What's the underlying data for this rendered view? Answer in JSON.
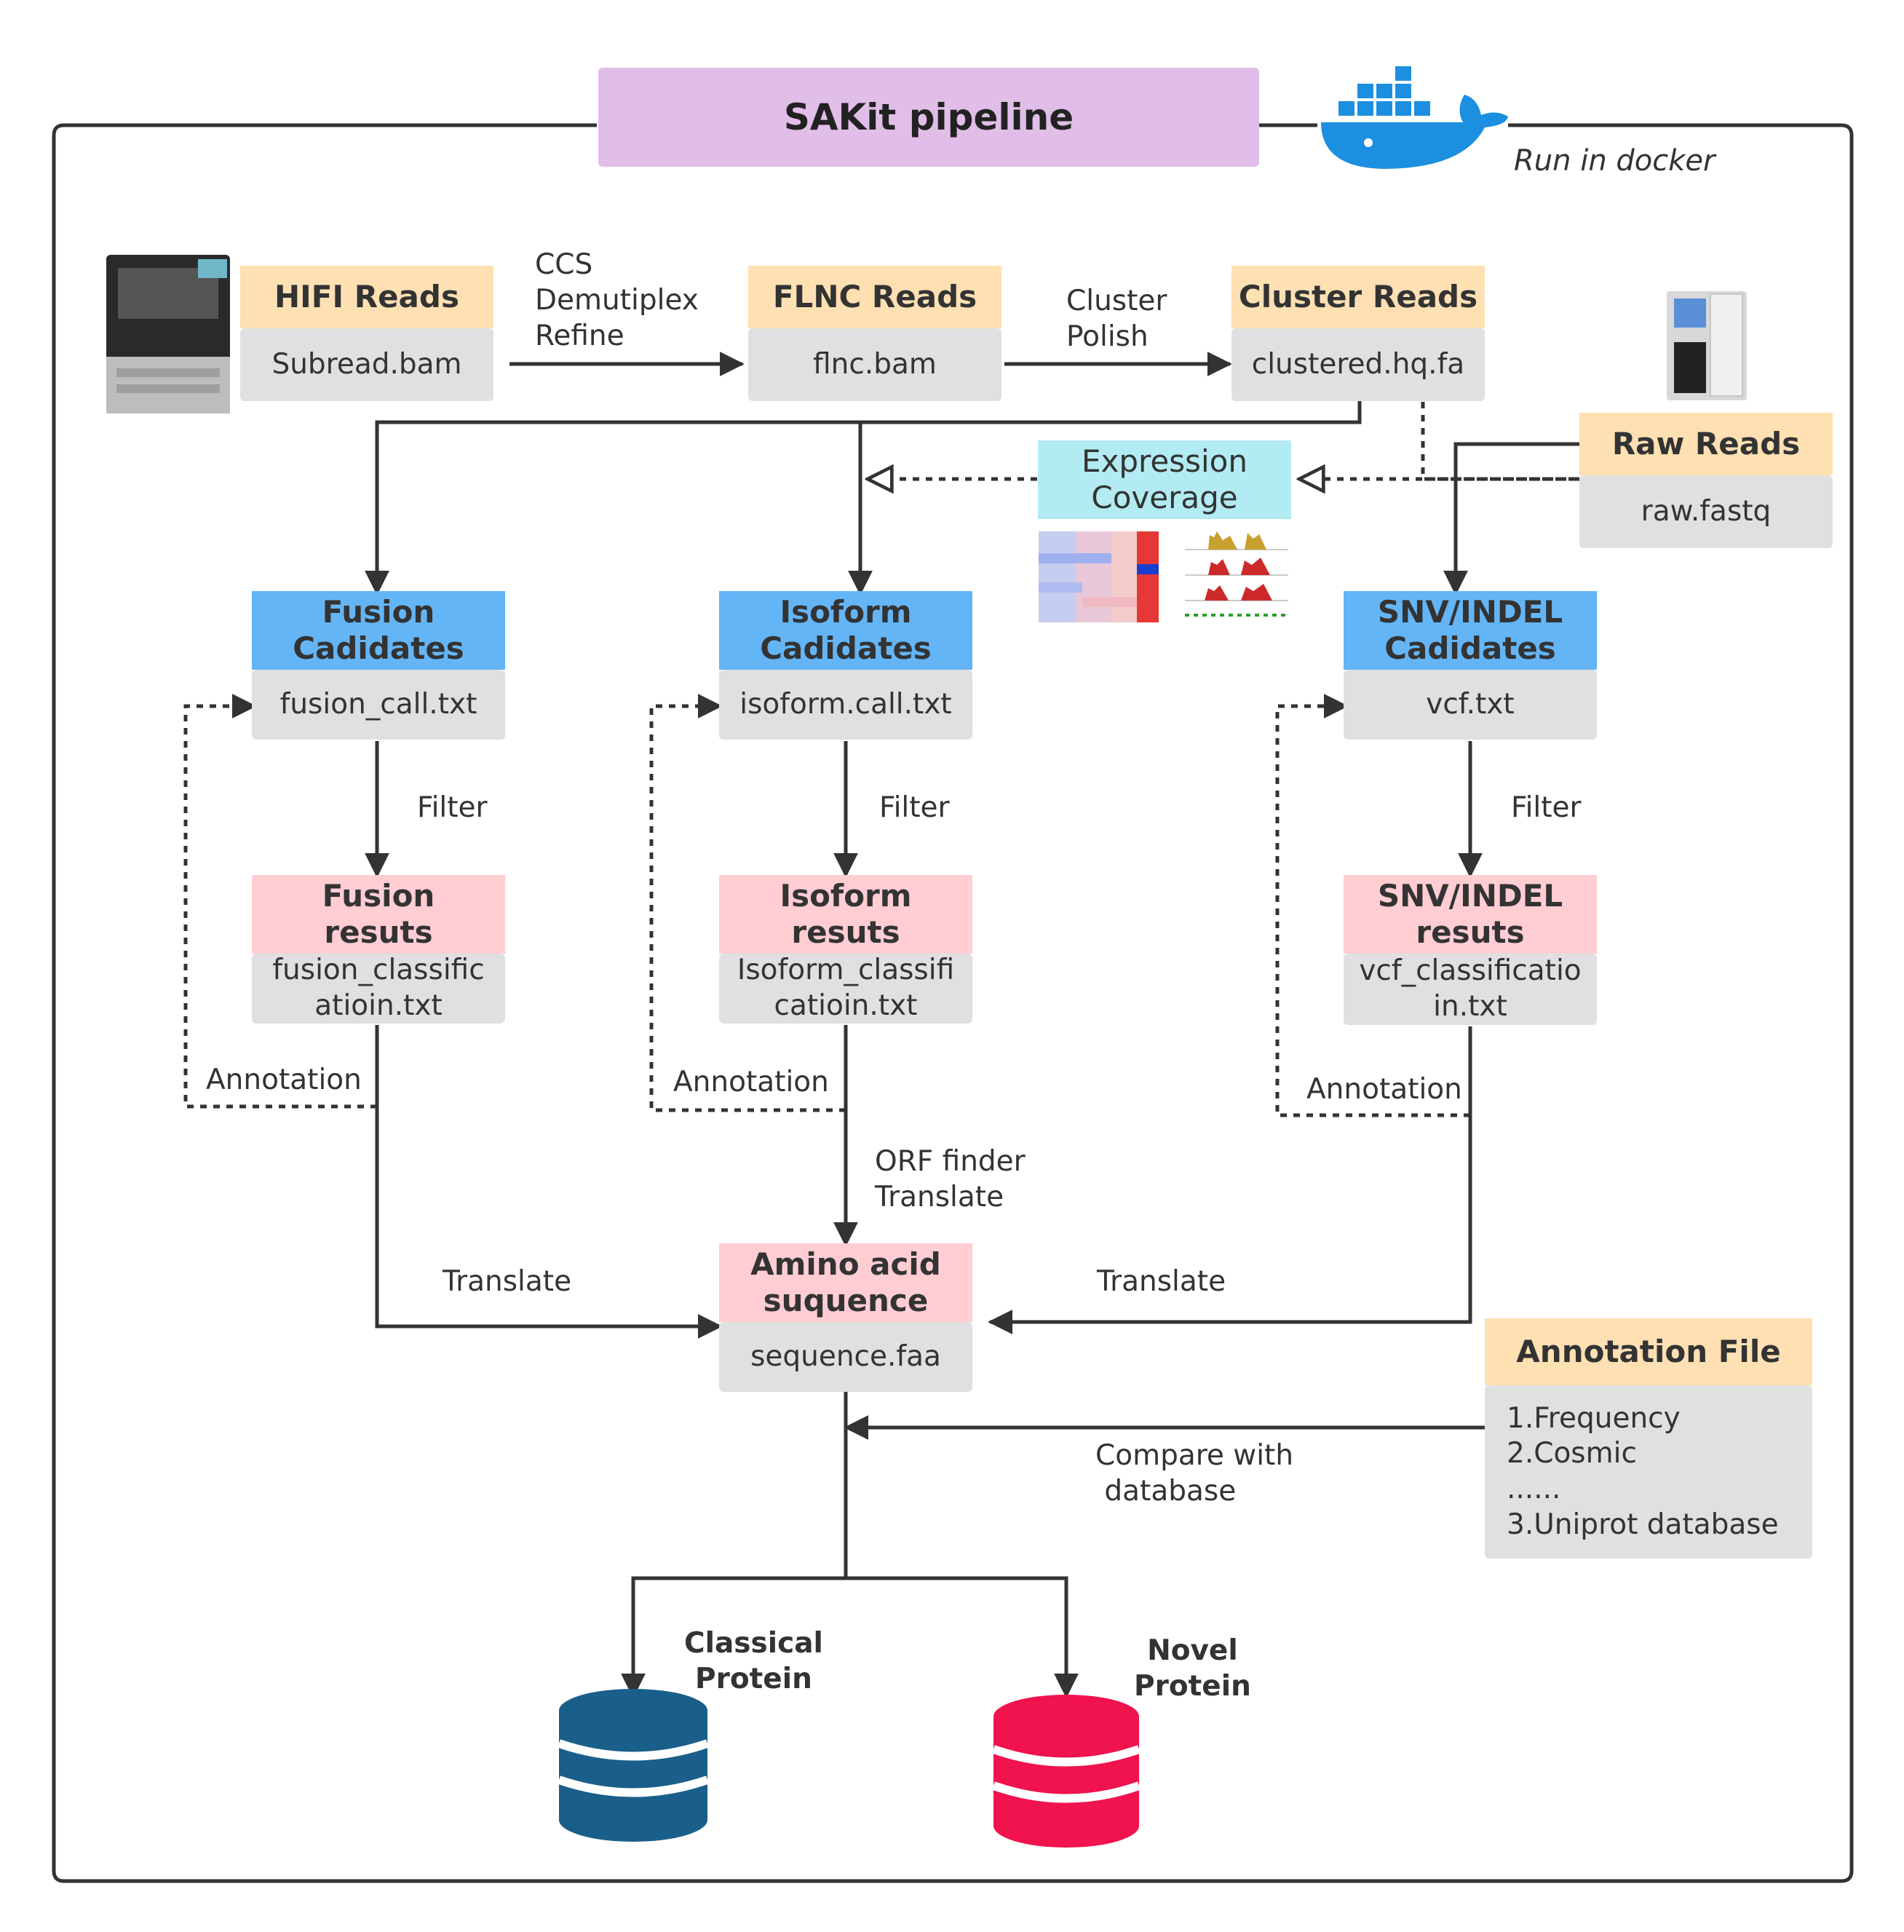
{
  "title": "SAKit pipeline",
  "docker_label": "Run in docker",
  "hifi": {
    "header": "HIFI Reads",
    "file": "Subread.bam"
  },
  "flnc": {
    "header": "FLNC Reads",
    "file": "flnc.bam"
  },
  "cluster": {
    "header": "Cluster Reads",
    "file": "clustered.hq.fa"
  },
  "raw": {
    "header": "Raw Reads",
    "file": "raw.fastq"
  },
  "expression": {
    "label": "Expression\nCoverage"
  },
  "step_ccs": "CCS\nDemutiplex\nRefine",
  "step_cluster": "Cluster\nPolish",
  "fusion": {
    "header": "Fusion\nCadidates",
    "file": "fusion_call.txt",
    "result_header": "Fusion\nresuts",
    "result_file": "fusion_classific\natioin.txt"
  },
  "isoform": {
    "header": "Isoform\nCadidates",
    "file": "isoform.call.txt",
    "result_header": "Isoform\nresuts",
    "result_file": "Isoform_classifi\ncatioin.txt"
  },
  "snv": {
    "header": "SNV/INDEL\nCadidates",
    "file": "vcf.txt",
    "result_header": "SNV/INDEL\nresuts",
    "result_file": "vcf_classificatio\nin.txt"
  },
  "filter_label": "Filter",
  "annotation_label": "Annotation",
  "translate_label": "Translate",
  "orf_label": "ORF finder\nTranslate",
  "amino": {
    "header": "Amino acid\nsuquence",
    "file": "sequence.faa"
  },
  "annotation_file": {
    "header": "Annotation File",
    "items": "1.Frequency\n2.Cosmic\n......\n3.Uniprot database"
  },
  "compare_label": "Compare with\n database",
  "classical": "Classical\nProtein",
  "novel": "Novel\nProtein",
  "colors": {
    "classical_db": "#1a5f8a",
    "novel_db": "#f0134d",
    "docker": "#1d8fe0"
  }
}
